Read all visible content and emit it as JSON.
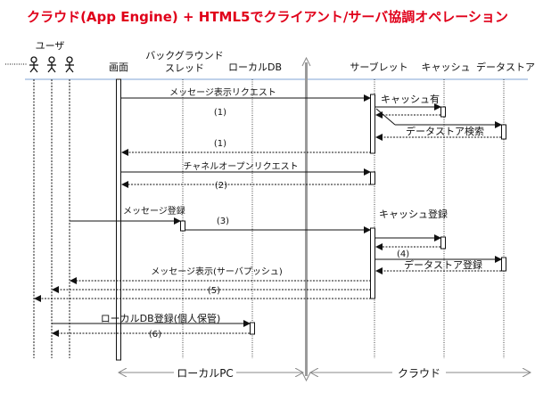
{
  "title": "クラウド(App Engine) + HTML5でクライアント/サーバ協調オペレーション",
  "colors": {
    "title": "#e0001a",
    "header_line": "#7fa6d6",
    "separator": "#9a9a9a",
    "line": "#111111"
  },
  "actors_label": "ユーザ",
  "lifelines": {
    "screen": "画面",
    "bg_thread_1": "バックグラウンド",
    "bg_thread_2": "スレッド",
    "local_db": "ローカルDB",
    "servlet": "サーブレット",
    "cache": "キャッシュ",
    "datastore": "データストア"
  },
  "messages": {
    "display_request": "メッセージ表示リクエスト",
    "step1a": "(1)",
    "cache_hit": "キャッシュ有",
    "datastore_search": "データストア検索",
    "step1b": "(1)",
    "channel_open": "チャネルオープンリクエスト",
    "step2": "(2)",
    "message_register": "メッセージ登録",
    "step3": "(3)",
    "cache_register": "キャッシュ登録",
    "step4": "(4)",
    "datastore_register": "データストア登録",
    "server_push": "メッセージ表示(サーバプッシュ)",
    "step5": "(5)",
    "local_db_register": "ローカルDB登録(個人保管)",
    "step6": "(6)"
  },
  "zones": {
    "local": "ローカルPC",
    "cloud": "クラウド"
  }
}
